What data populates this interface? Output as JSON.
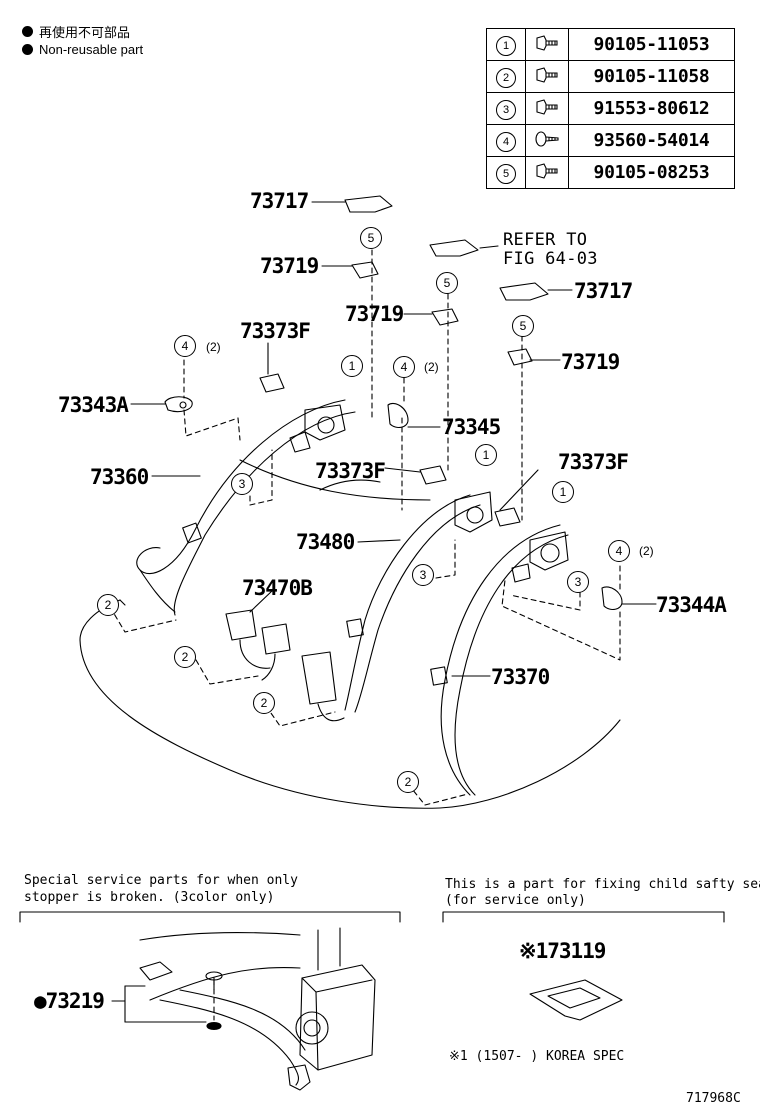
{
  "legend": {
    "line1": "再使用不可部品",
    "line2": "Non-reusable part"
  },
  "fasteners": [
    {
      "num": "1",
      "part": "90105-11053",
      "icon": "bolt-icon"
    },
    {
      "num": "2",
      "part": "90105-11058",
      "icon": "bolt-icon"
    },
    {
      "num": "3",
      "part": "91553-80612",
      "icon": "bolt-icon"
    },
    {
      "num": "4",
      "part": "93560-54014",
      "icon": "screw-icon"
    },
    {
      "num": "5",
      "part": "90105-08253",
      "icon": "bolt-icon"
    }
  ],
  "labels": {
    "p73717a": "73717",
    "p73719a": "73719",
    "refer1": "REFER TO",
    "refer2": "FIG 64-03",
    "p73717b": "73717",
    "p73719b": "73719",
    "p73719c": "73719",
    "p73373f_a": "73373F",
    "p73343a": "73343A",
    "p73345": "73345",
    "p73360": "73360",
    "p73373f_b": "73373F",
    "p73373f_c": "73373F",
    "p73480": "73480",
    "p73470b": "73470B",
    "p73344a": "73344A",
    "p73370": "73370",
    "p73219": "●73219",
    "p73119": "※173119"
  },
  "callouts": {
    "c5a": "5",
    "c5b": "5",
    "c5c": "5",
    "c4a": "4",
    "c4b": "4",
    "c4c": "4",
    "c1a": "1",
    "c1b": "1",
    "c1c": "1",
    "c3a": "3",
    "c3b": "3",
    "c3c": "3",
    "c2a": "2",
    "c2b": "2",
    "c2c": "2",
    "c2d": "2",
    "q4a": "(2)",
    "q4b": "(2)",
    "q4c": "(2)"
  },
  "notes": {
    "special1": "Special service parts for when only",
    "special2": "stopper is broken. (3color only)",
    "child1": "This is a part for fixing child safty seat",
    "child2": "(for service only)",
    "korea": "※1 (1507-      ) KOREA SPEC",
    "figure_id": "717968C"
  }
}
